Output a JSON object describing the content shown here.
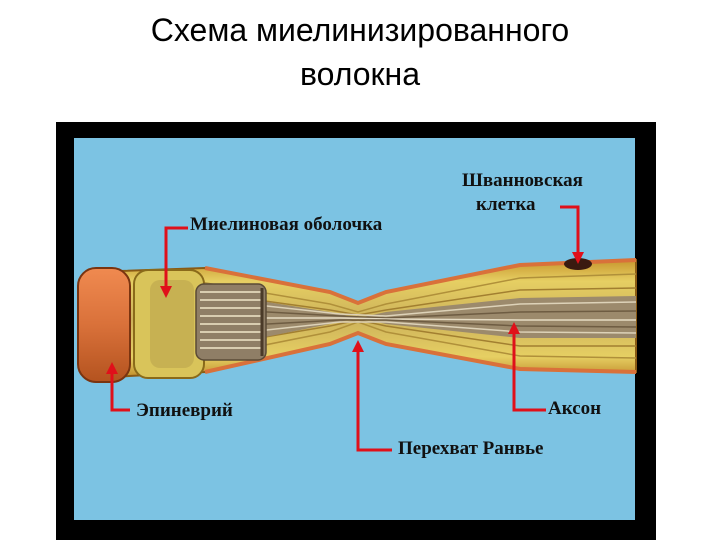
{
  "slide": {
    "title_line1": "Схема миелинизированного",
    "title_line2": "волокна"
  },
  "diagram": {
    "background_color": "#7cc3e3",
    "frame_color": "#000000",
    "labels": {
      "myelin_sheath": "Миелиновая оболочка",
      "schwann_cell_line1": "Шванновская",
      "schwann_cell_line2": "клетка",
      "epineurium": "Эпиневрий",
      "axon": "Аксон",
      "node_of_ranvier": "Перехват Ранвье"
    },
    "colors": {
      "epineurium": "#d9713a",
      "myelin": "#e0c85a",
      "axon_fibers": "#a08a66",
      "pointer_lines": "#e0101a"
    }
  }
}
